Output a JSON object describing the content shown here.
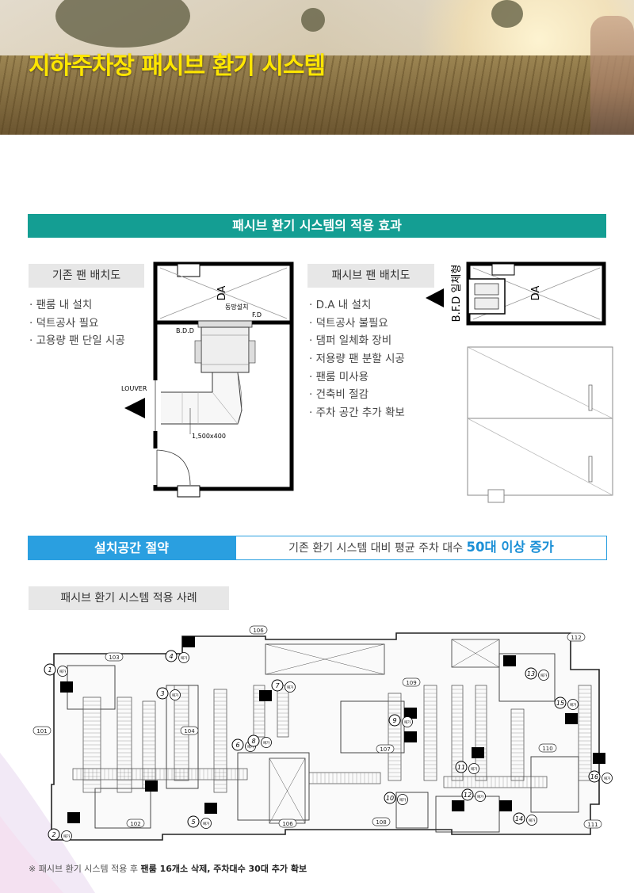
{
  "hero": {
    "title": "지하주차장 패시브 환기 시스템"
  },
  "section1": {
    "title": "패시브 환기 시스템의 적용 효과"
  },
  "existing": {
    "tag": "기존 팬 배치도",
    "bullets": [
      "팬룸 내 설치",
      "덕트공사 필요",
      "고용량 팬  단일 시공"
    ],
    "labels": {
      "da": "DA",
      "net": "동망설치",
      "fd": "F.D",
      "bdd": "B.D.D",
      "louver": "LOUVER",
      "duct": "1,500x400"
    }
  },
  "passive": {
    "tag": "패시브 팬 배치도",
    "bullets": [
      "D.A 내 설치",
      "덕트공사 불필요",
      "댐퍼 일체화 장비",
      "저용량 팬 분할 시공",
      "팬룸 미사용",
      "건축비 절감",
      "주차 공간 추가 확보"
    ],
    "labels": {
      "bfd": "B.F.D 일체형",
      "da": "DA"
    }
  },
  "saving": {
    "label": "설치공간 절약",
    "text_prefix": "기존 환기 시스템 대비 평균 주차 대수 ",
    "text_highlight": "50대 이상 증가"
  },
  "case": {
    "tag": "패시브 환기 시스템 적용 사례",
    "unit_labels": [
      "101",
      "102",
      "103",
      "104",
      "106",
      "106",
      "107",
      "108",
      "109",
      "110",
      "111",
      "112"
    ],
    "marker_numbers": [
      "1",
      "2",
      "3",
      "4",
      "5",
      "6",
      "7",
      "8",
      "9",
      "10",
      "11",
      "12",
      "13",
      "14",
      "15",
      "16"
    ],
    "marker_tag": "패가"
  },
  "footnote": {
    "prefix": "※  패시브 환기 시스템 적용 후 ",
    "bold": "팬룸 16개소 삭제, 주차대수 30대 추가 확보"
  },
  "colors": {
    "teal": "#149e93",
    "blue": "#2a9fe0",
    "yellow": "#ffe600"
  }
}
